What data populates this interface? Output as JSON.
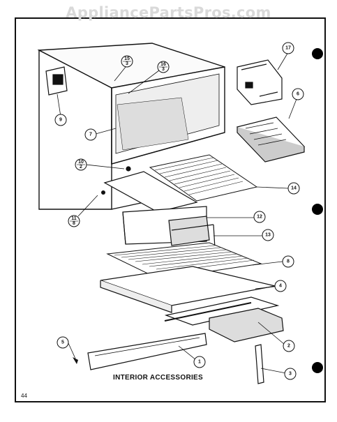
{
  "watermark": "AppliancePartsPros.com",
  "caption": "INTERIOR ACCESSORIES",
  "page_number": "44",
  "callouts": [
    {
      "id": "17",
      "sub": null
    },
    {
      "id": "6",
      "sub": null
    },
    {
      "id": "15",
      "sub": "3"
    },
    {
      "id": "16",
      "sub": "3"
    },
    {
      "id": "9",
      "sub": null
    },
    {
      "id": "7",
      "sub": null
    },
    {
      "id": "10",
      "sub": "2"
    },
    {
      "id": "14",
      "sub": null
    },
    {
      "id": "11",
      "sub": "8"
    },
    {
      "id": "12",
      "sub": null
    },
    {
      "id": "13",
      "sub": null
    },
    {
      "id": "8",
      "sub": null
    },
    {
      "id": "4",
      "sub": null
    },
    {
      "id": "2",
      "sub": null
    },
    {
      "id": "5",
      "sub": null
    },
    {
      "id": "1",
      "sub": null
    },
    {
      "id": "3",
      "sub": null
    }
  ]
}
